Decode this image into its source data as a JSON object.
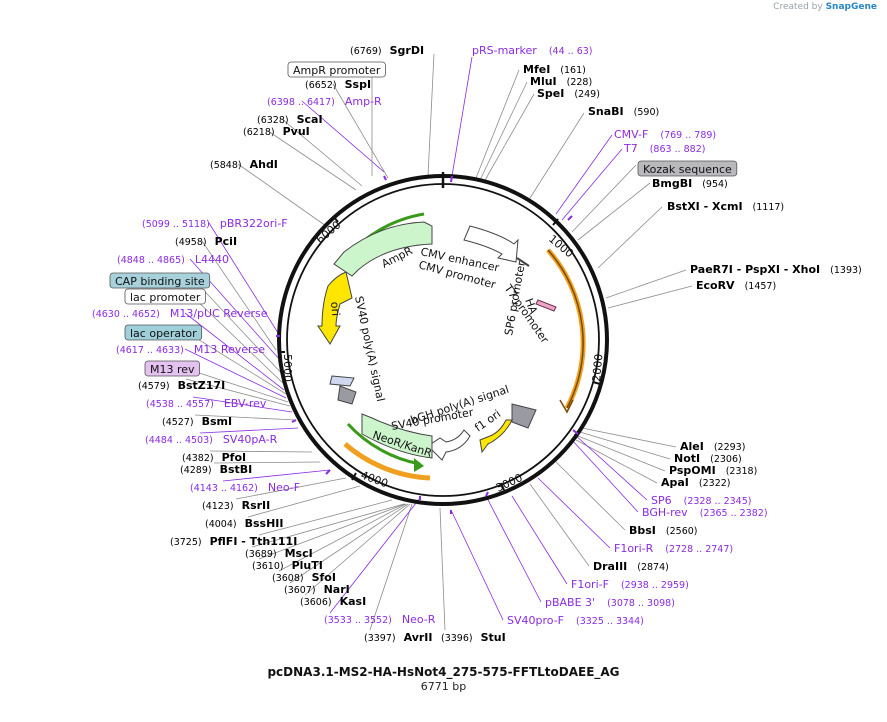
{
  "credit": {
    "prefix": "Created by",
    "brand": "SnapGene"
  },
  "title": "pcDNA3.1-MS2-HA-HsNot4_275-575-FFTLtoDAEE_AG",
  "size_text": "6771 bp",
  "colors": {
    "enzyme": "#000000",
    "primer": "#8a2be2",
    "leader": "#8c8c8c",
    "backbone": "#111111",
    "kozak_box": "#b8b8bd",
    "cap_box": "#a7d2dc",
    "lacop_box": "#9fcfd9",
    "m13rev_box": "#e4c2f0",
    "ampR_arrow": "#ccf5cc",
    "ori_arrow": "#ffe600",
    "orange_feature": "#f0a020",
    "green_feature": "#3a9a1a"
  },
  "ticks": [
    "1000",
    "2000",
    "3000",
    "4000",
    "5000",
    "6000"
  ],
  "features": {
    "ampR": "AmpR",
    "cmv_enh": "CMV enhancer",
    "cmv_prom": "CMV promoter",
    "t7_prom": "T7 promoter",
    "ha": "HA",
    "sp6_prom": "SP6 promoter",
    "bgh": "bGH poly(A) signal",
    "f1ori": "f1 ori",
    "sv40_prom": "SV40 promoter",
    "neo": "NeoR/KanR",
    "sv40pa": "SV40 poly(A) signal",
    "ori": "ori"
  },
  "labels": [
    {
      "name": "SgrDI",
      "pos": "(6769)",
      "primer": false,
      "box": ""
    },
    {
      "name": "pRS-marker",
      "pos": "(44 .. 63)",
      "primer": true,
      "box": ""
    },
    {
      "name": "MfeI",
      "pos": "(161)",
      "primer": false,
      "box": ""
    },
    {
      "name": "MluI",
      "pos": "(228)",
      "primer": false,
      "box": ""
    },
    {
      "name": "SpeI",
      "pos": "(249)",
      "primer": false,
      "box": ""
    },
    {
      "name": "SnaBI",
      "pos": "(590)",
      "primer": false,
      "box": ""
    },
    {
      "name": "CMV-F",
      "pos": "(769 .. 789)",
      "primer": true,
      "box": ""
    },
    {
      "name": "T7",
      "pos": "(863 .. 882)",
      "primer": true,
      "box": ""
    },
    {
      "name": "Kozak sequence",
      "pos": "",
      "primer": false,
      "box": "kozak"
    },
    {
      "name": "BmgBI",
      "pos": "(954)",
      "primer": false,
      "box": ""
    },
    {
      "name": "BstXI  - XcmI",
      "pos": "(1117)",
      "primer": false,
      "box": ""
    },
    {
      "name": "PaeR7I  - PspXI  - XhoI",
      "pos": "(1393)",
      "primer": false,
      "box": ""
    },
    {
      "name": "EcoRV",
      "pos": "(1457)",
      "primer": false,
      "box": ""
    },
    {
      "name": "AleI",
      "pos": "(2293)",
      "primer": false,
      "box": ""
    },
    {
      "name": "NotI",
      "pos": "(2306)",
      "primer": false,
      "box": ""
    },
    {
      "name": "PspOMI",
      "pos": "(2318)",
      "primer": false,
      "box": ""
    },
    {
      "name": "ApaI",
      "pos": "(2322)",
      "primer": false,
      "box": ""
    },
    {
      "name": "SP6",
      "pos": "(2328 .. 2345)",
      "primer": true,
      "box": ""
    },
    {
      "name": "BGH-rev",
      "pos": "(2365 .. 2382)",
      "primer": true,
      "box": ""
    },
    {
      "name": "BbsI",
      "pos": "(2560)",
      "primer": false,
      "box": ""
    },
    {
      "name": "F1ori-R",
      "pos": "(2728 .. 2747)",
      "primer": true,
      "box": ""
    },
    {
      "name": "DraIII",
      "pos": "(2874)",
      "primer": false,
      "box": ""
    },
    {
      "name": "F1ori-F",
      "pos": "(2938 .. 2959)",
      "primer": true,
      "box": ""
    },
    {
      "name": "pBABE 3'",
      "pos": "(3078 .. 3098)",
      "primer": true,
      "box": ""
    },
    {
      "name": "SV40pro-F",
      "pos": "(3325 .. 3344)",
      "primer": true,
      "box": ""
    },
    {
      "name": "StuI",
      "pos": "(3396)",
      "primer": false,
      "box": ""
    },
    {
      "name": "AvrII",
      "pos": "(3397)",
      "primer": false,
      "box": ""
    },
    {
      "name": "Neo-R",
      "pos": "(3533 .. 3552)",
      "primer": true,
      "box": ""
    },
    {
      "name": "KasI",
      "pos": "(3606)",
      "primer": false,
      "box": ""
    },
    {
      "name": "NarI",
      "pos": "(3607)",
      "primer": false,
      "box": ""
    },
    {
      "name": "SfoI",
      "pos": "(3608)",
      "primer": false,
      "box": ""
    },
    {
      "name": "PluTI",
      "pos": "(3610)",
      "primer": false,
      "box": ""
    },
    {
      "name": "MscI",
      "pos": "(3689)",
      "primer": false,
      "box": ""
    },
    {
      "name": "PflFI  - Tth111I",
      "pos": "(3725)",
      "primer": false,
      "box": ""
    },
    {
      "name": "BssHII",
      "pos": "(4004)",
      "primer": false,
      "box": ""
    },
    {
      "name": "RsrII",
      "pos": "(4123)",
      "primer": false,
      "box": ""
    },
    {
      "name": "Neo-F",
      "pos": "(4143 .. 4162)",
      "primer": true,
      "box": ""
    },
    {
      "name": "BstBI",
      "pos": "(4289)",
      "primer": false,
      "box": ""
    },
    {
      "name": "PfoI",
      "pos": "(4382)",
      "primer": false,
      "box": ""
    },
    {
      "name": "SV40pA-R",
      "pos": "(4484 .. 4503)",
      "primer": true,
      "box": ""
    },
    {
      "name": "BsmI",
      "pos": "(4527)",
      "primer": false,
      "box": ""
    },
    {
      "name": "EBV-rev",
      "pos": "(4538 .. 4557)",
      "primer": true,
      "box": ""
    },
    {
      "name": "BstZ17I",
      "pos": "(4579)",
      "primer": false,
      "box": ""
    },
    {
      "name": "M13 rev",
      "pos": "",
      "primer": false,
      "box": "m13rev"
    },
    {
      "name": "M13 Reverse",
      "pos": "(4617 .. 4633)",
      "primer": true,
      "box": ""
    },
    {
      "name": "lac operator",
      "pos": "",
      "primer": false,
      "box": "lacop"
    },
    {
      "name": "M13/pUC Reverse",
      "pos": "(4630 .. 4652)",
      "primer": true,
      "box": ""
    },
    {
      "name": "lac promoter",
      "pos": "",
      "primer": false,
      "box": "lacprom"
    },
    {
      "name": "CAP binding site",
      "pos": "",
      "primer": false,
      "box": "cap"
    },
    {
      "name": "L4440",
      "pos": "(4848 .. 4865)",
      "primer": true,
      "box": ""
    },
    {
      "name": "PciI",
      "pos": "(4958)",
      "primer": false,
      "box": ""
    },
    {
      "name": "pBR322ori-F",
      "pos": "(5099 .. 5118)",
      "primer": true,
      "box": ""
    },
    {
      "name": "AhdI",
      "pos": "(5848)",
      "primer": false,
      "box": ""
    },
    {
      "name": "PvuI",
      "pos": "(6218)",
      "primer": false,
      "box": ""
    },
    {
      "name": "ScaI",
      "pos": "(6328)",
      "primer": false,
      "box": ""
    },
    {
      "name": "Amp-R",
      "pos": "(6398 .. 6417)",
      "primer": true,
      "box": ""
    },
    {
      "name": "SspI",
      "pos": "(6652)",
      "primer": false,
      "box": ""
    },
    {
      "name": "AmpR promoter",
      "pos": "",
      "primer": false,
      "box": "ampprom"
    }
  ]
}
